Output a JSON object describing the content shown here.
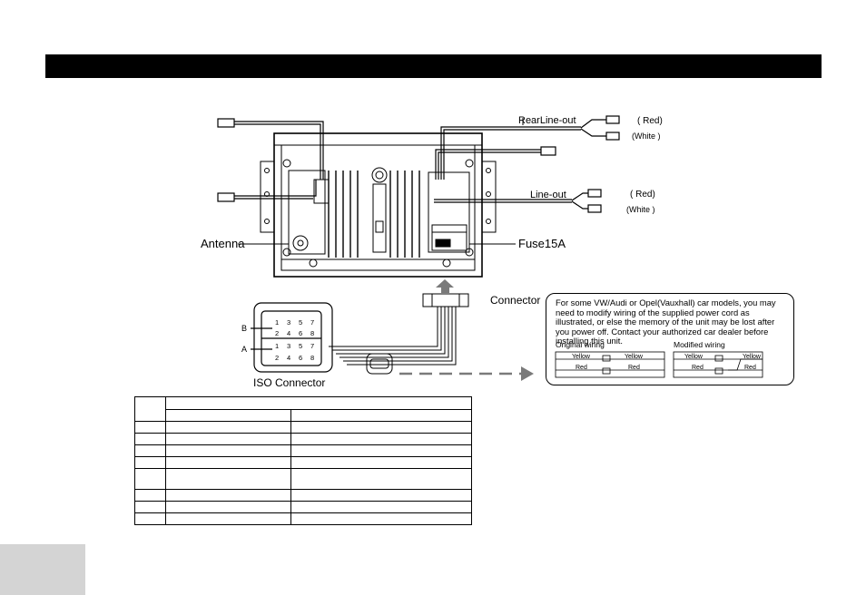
{
  "labels": {
    "rear_line_out": "RearLine-out",
    "line_out": "Line-out",
    "red_1": "( Red)",
    "white_1": "(White )",
    "red_2": "( Red)",
    "white_2": "(White )",
    "antenna": "Antenna",
    "fuse": "Fuse15A",
    "connector": "Connector",
    "iso_connector": "ISO Connector",
    "row_b": "B",
    "row_a": "A"
  },
  "iso_pins": {
    "b_top": [
      "1",
      "3",
      "5",
      "7"
    ],
    "b_bottom": [
      "2",
      "4",
      "6",
      "8"
    ],
    "a_top": [
      "1",
      "3",
      "5",
      "7"
    ],
    "a_bottom": [
      "2",
      "4",
      "6",
      "8"
    ]
  },
  "note": {
    "text": "For some VW/Audi or Opel(Vauxhall) car models, you may need to modify wiring of the supplied power cord as illustrated, or else the memory of the unit may be lost after you power off. Contact your authorized car dealer before installing this unit.",
    "original_title": "Original wiring",
    "modified_title": "Modified wiring",
    "wire_yellow": "Yellow",
    "wire_red": "Red"
  },
  "colors": {
    "header": "#000000",
    "page_tab": "#d4d4d4",
    "line": "#000000",
    "arrow_gray": "#7a7a7a"
  }
}
